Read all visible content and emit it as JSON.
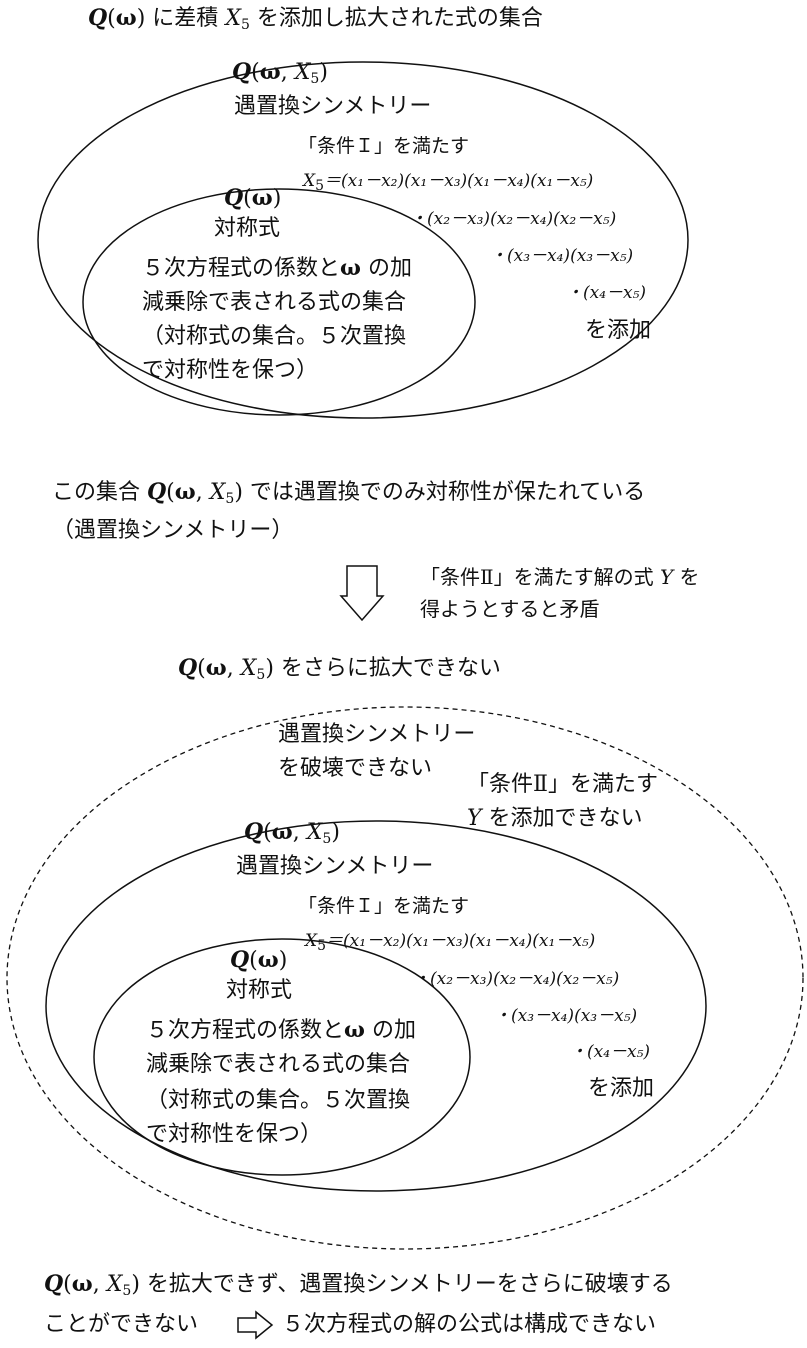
{
  "header": {
    "q": "Q",
    "omega": "ω",
    "text1": " に差積 ",
    "x": "X",
    "five": "5",
    "text2": " を添加し拡大された式の集合"
  },
  "diagram": {
    "outer_label": {
      "q": "Q",
      "omega": "ω",
      "comma": ", ",
      "x": "X",
      "five": "5"
    },
    "outer_subtitle": "遇置換シンメトリー",
    "condition": "「条件Ｉ」を満たす",
    "formula": {
      "prefix_x": "X",
      "prefix_sub": "5",
      "line1": "＝(x₁－x₂)(x₁－x₃)(x₁－x₄)(x₁－x₅)",
      "line2": "・(x₂－x₃)(x₂－x₄)(x₂－x₅)",
      "line3": "・(x₃－x₄)(x₃－x₅)",
      "line4": "・(x₄－x₅)",
      "suffix": "を添加"
    },
    "inner_label": {
      "q": "Q",
      "omega": "ω"
    },
    "inner_subtitle": "対称式",
    "inner_lines": [
      "５次方程式の係数と",
      "ω",
      " の加",
      "減乗除で表される式の集合",
      "（対称式の集合。５次置換",
      "で対称性を保つ）"
    ]
  },
  "middle": {
    "line1_a": "この集合 ",
    "line1_b": " では遇置換でのみ対称性が保たれている",
    "line2": "（遇置換シンメトリー）",
    "arrow_text1_a": "「条件Ⅱ」を満たす解の式 ",
    "arrow_text1_y": "Y",
    "arrow_text1_b": " を",
    "arrow_text2": "得ようとすると矛盾",
    "cannot_extend": " をさらに拡大できない",
    "q": "Q",
    "omega": "ω",
    "x": "X",
    "five": "5"
  },
  "dashed": {
    "line1": "遇置換シンメトリー",
    "line2": "を破壊できない",
    "cond_line1": "「条件Ⅱ」を満たす",
    "cond_line2_y": "Y",
    "cond_line2": " を添加できない"
  },
  "footer": {
    "line1": " を拡大できず、遇置換シンメトリーをさらに破壊する",
    "line2_a": "ことができない",
    "line2_b": "５次方程式の解の公式は構成できない"
  }
}
